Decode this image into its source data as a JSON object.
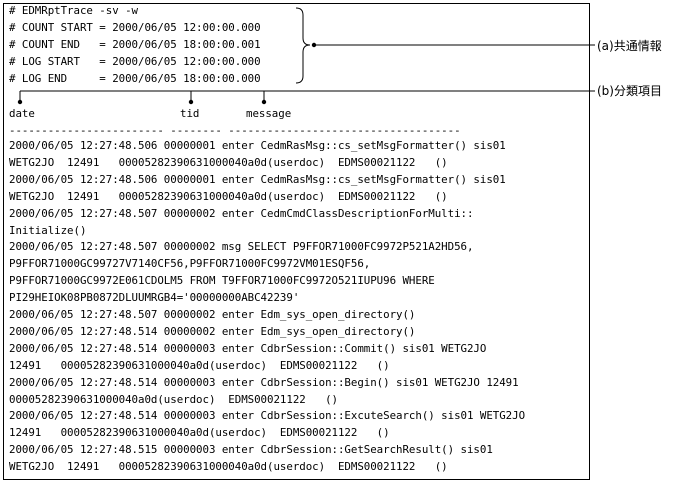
{
  "header_lines": [
    "# EDMRptTrace -sv -w",
    "# COUNT START = 2000/06/05 12:00:00.000",
    "# COUNT END   = 2000/06/05 18:00:00.001",
    "# LOG START   = 2000/06/05 12:00:00.000",
    "# LOG END     = 2000/06/05 18:00:00.000"
  ],
  "labels": {
    "common_info": "(a)共通情報",
    "category_item": "(b)分類項目"
  },
  "columns": {
    "date": "date",
    "tid": "tid",
    "message": "message"
  },
  "separator": "------------------------ -------- ------------------------------------",
  "log_lines": [
    "2000/06/05 12:27:48.506 00000001 enter CedmRasMsg::cs_setMsgFormatter() sis01",
    "WETG2JO  12491   00005282390631000040a0d(userdoc)  EDMS00021122   ()",
    "2000/06/05 12:27:48.506 00000001 enter CedmRasMsg::cs_setMsgFormatter() sis01",
    "WETG2JO  12491   00005282390631000040a0d(userdoc)  EDMS00021122   ()",
    "2000/06/05 12:27:48.507 00000002 enter CedmCmdClassDescriptionForMulti::",
    "Initialize()",
    "2000/06/05 12:27:48.507 00000002 msg SELECT P9FFOR71000FC9972P521A2HD56,",
    "P9FFOR71000GC99727V7140CF56,P9FFOR71000FC9972VM01ESQF56,",
    "P9FFOR71000GC9972E061CDOLM5 FROM T9FFOR71000FC9972O521IUPU96 WHERE",
    "PI29HEIOK08PB0872DLUUMRGB4='00000000ABC42239'",
    "2000/06/05 12:27:48.507 00000002 enter Edm_sys_open_directory()",
    "2000/06/05 12:27:48.514 00000002 enter Edm_sys_open_directory()",
    "2000/06/05 12:27:48.514 00000003 enter CdbrSession::Commit() sis01 WETG2JO",
    "12491   00005282390631000040a0d(userdoc)  EDMS00021122   ()",
    "2000/06/05 12:27:48.514 00000003 enter CdbrSession::Begin() sis01 WETG2JO 12491",
    "00005282390631000040a0d(userdoc)  EDMS00021122   ()",
    "2000/06/05 12:27:48.514 00000003 enter CdbrSession::ExcuteSearch() sis01 WETG2JO",
    "12491   00005282390631000040a0d(userdoc)  EDMS00021122   ()",
    "2000/06/05 12:27:48.515 00000003 enter CdbrSession::GetSearchResult() sis01",
    "WETG2JO  12491   00005282390631000040a0d(userdoc)  EDMS00021122   ()"
  ]
}
